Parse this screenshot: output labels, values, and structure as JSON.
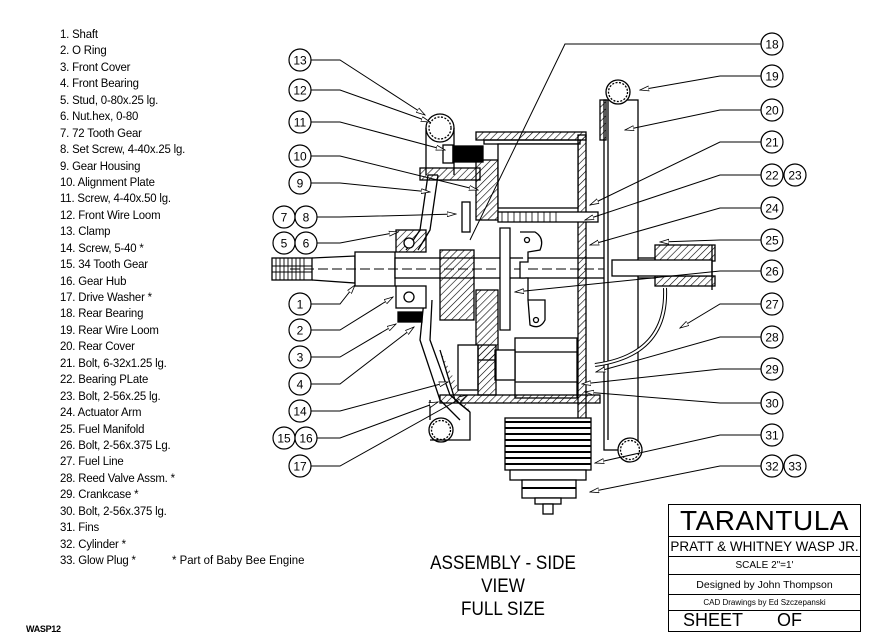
{
  "parts_list": [
    "1. Shaft",
    "2. O Ring",
    "3. Front Cover",
    "4. Front Bearing",
    "5. Stud, 0-80x.25 lg.",
    "6. Nut.hex, 0-80",
    "7. 72 Tooth Gear",
    "8. Set Screw, 4-40x.25 lg.",
    "9. Gear Housing",
    "10. Alignment Plate",
    "11. Screw, 4-40x.50 lg.",
    "12. Front Wire Loom",
    "13. Clamp",
    "14. Screw, 5-40 *",
    "15. 34 Tooth Gear",
    "16. Gear Hub",
    "17. Drive Washer *",
    "18. Rear Bearing",
    "19. Rear Wire Loom",
    "20. Rear Cover",
    "21. Bolt, 6-32x1.25 lg.",
    "22. Bearing PLate",
    "23. Bolt, 2-56x.25 lg.",
    "24. Actuator Arm",
    "25. Fuel Manifold",
    "26. Bolt, 2-56x.375 Lg.",
    "27. Fuel Line",
    "28. Reed Valve Assm. *",
    "29. Crankcase *",
    "30. Bolt, 2-56x.375 lg.",
    "31. Fins",
    "32. Cylinder *",
    "33. Glow Plug *"
  ],
  "parts_note": "* Part of Baby Bee Engine",
  "view_title": {
    "line1": "ASSEMBLY - SIDE VIEW",
    "line2": "FULL SIZE"
  },
  "drawing_id": "WASP12",
  "title_block": {
    "title": "TARANTULA",
    "subtitle": "PRATT & WHITNEY WASP JR.",
    "scale": "SCALE 2\"=1'",
    "designer": "Designed by John Thompson",
    "cad": "CAD Drawings by Ed Szczepanski",
    "sheet_label": "SHEET",
    "of_label": "OF"
  },
  "callouts": {
    "left": [
      [
        "13"
      ],
      [
        "12"
      ],
      [
        "11"
      ],
      [
        "10"
      ],
      [
        "9"
      ],
      [
        "7",
        "8"
      ],
      [
        "5",
        "6"
      ],
      [
        "1"
      ],
      [
        "2"
      ],
      [
        "3"
      ],
      [
        "4"
      ],
      [
        "14"
      ],
      [
        "15",
        "16"
      ],
      [
        "17"
      ]
    ],
    "right": [
      [
        "18"
      ],
      [
        "19"
      ],
      [
        "20"
      ],
      [
        "21"
      ],
      [
        "22",
        "23"
      ],
      [
        "24"
      ],
      [
        "25"
      ],
      [
        "26"
      ],
      [
        "27"
      ],
      [
        "28"
      ],
      [
        "29"
      ],
      [
        "30"
      ],
      [
        "31"
      ],
      [
        "32",
        "33"
      ]
    ]
  }
}
